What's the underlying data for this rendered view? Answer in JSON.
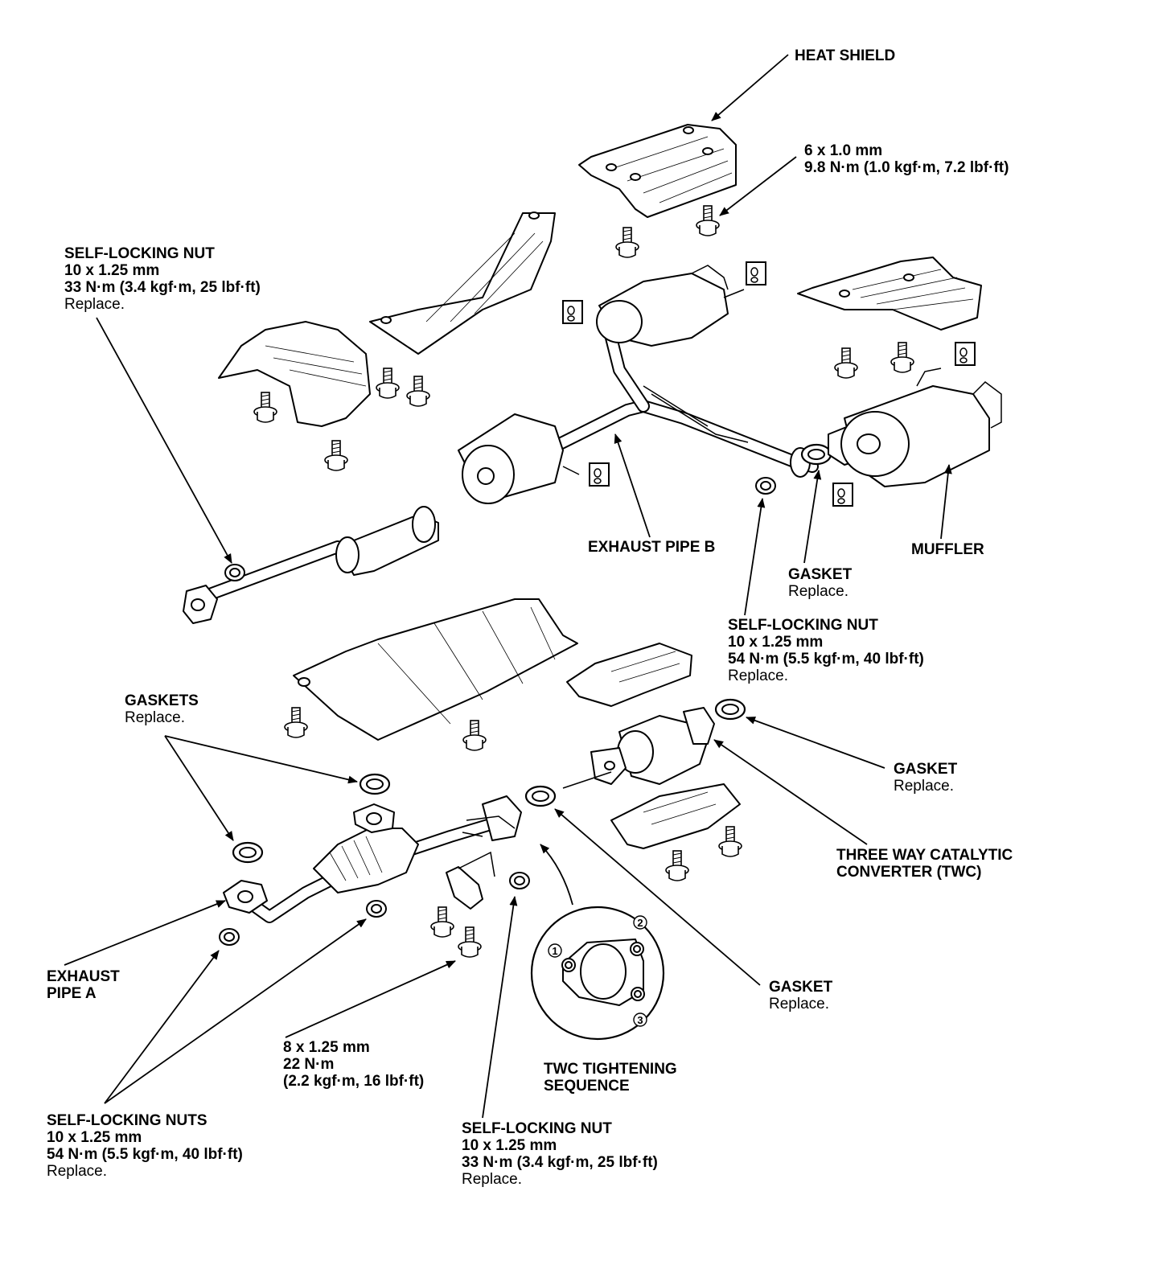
{
  "labels": {
    "heat_shield": {
      "title": [
        "HEAT SHIELD"
      ],
      "note": ""
    },
    "bolt_6": {
      "title": [
        "6 x 1.0 mm",
        "9.8 N·m (1.0 kgf·m, 7.2 lbf·ft)"
      ],
      "note": ""
    },
    "nut_front": {
      "title": [
        "SELF-LOCKING NUT",
        "10 x 1.25 mm",
        "33 N·m (3.4 kgf·m, 25 lbf·ft)"
      ],
      "note": "Replace."
    },
    "exhaust_pipe_b": {
      "title": [
        "EXHAUST PIPE B"
      ],
      "note": ""
    },
    "muffler": {
      "title": [
        "MUFFLER"
      ],
      "note": ""
    },
    "gasket_muffler": {
      "title": [
        "GASKET"
      ],
      "note": "Replace."
    },
    "nut_rear": {
      "title": [
        "SELF-LOCKING NUT",
        "10 x 1.25 mm",
        "54 N·m (5.5 kgf·m, 40 lbf·ft)"
      ],
      "note": "Replace."
    },
    "gaskets_front": {
      "title": [
        "GASKETS"
      ],
      "note": "Replace."
    },
    "gasket_twc_rear": {
      "title": [
        "GASKET"
      ],
      "note": "Replace."
    },
    "twc": {
      "title": [
        "THREE WAY CATALYTIC",
        "CONVERTER (TWC)"
      ],
      "note": ""
    },
    "exhaust_pipe_a": {
      "title": [
        "EXHAUST",
        "PIPE A"
      ],
      "note": ""
    },
    "gasket_twc_front": {
      "title": [
        "GASKET"
      ],
      "note": "Replace."
    },
    "bolt_8": {
      "title": [
        "8 x 1.25 mm",
        "22 N·m",
        "(2.2 kgf·m, 16 lbf·ft)"
      ],
      "note": ""
    },
    "twc_sequence": {
      "title": [
        "TWC TIGHTENING",
        "SEQUENCE"
      ],
      "note": ""
    },
    "nuts_front_pipe": {
      "title": [
        "SELF-LOCKING NUTS",
        "10 x 1.25 mm",
        "54 N·m (5.5 kgf·m, 40 lbf·ft)"
      ],
      "note": "Replace."
    },
    "nut_bottom": {
      "title": [
        "SELF-LOCKING NUT",
        "10 x 1.25 mm",
        "33 N·m (3.4 kgf·m, 25 lbf·ft)"
      ],
      "note": "Replace."
    }
  },
  "sequence_numbers": [
    "1",
    "2",
    "3"
  ],
  "colors": {
    "ink": "#000000",
    "paper": "#ffffff"
  }
}
